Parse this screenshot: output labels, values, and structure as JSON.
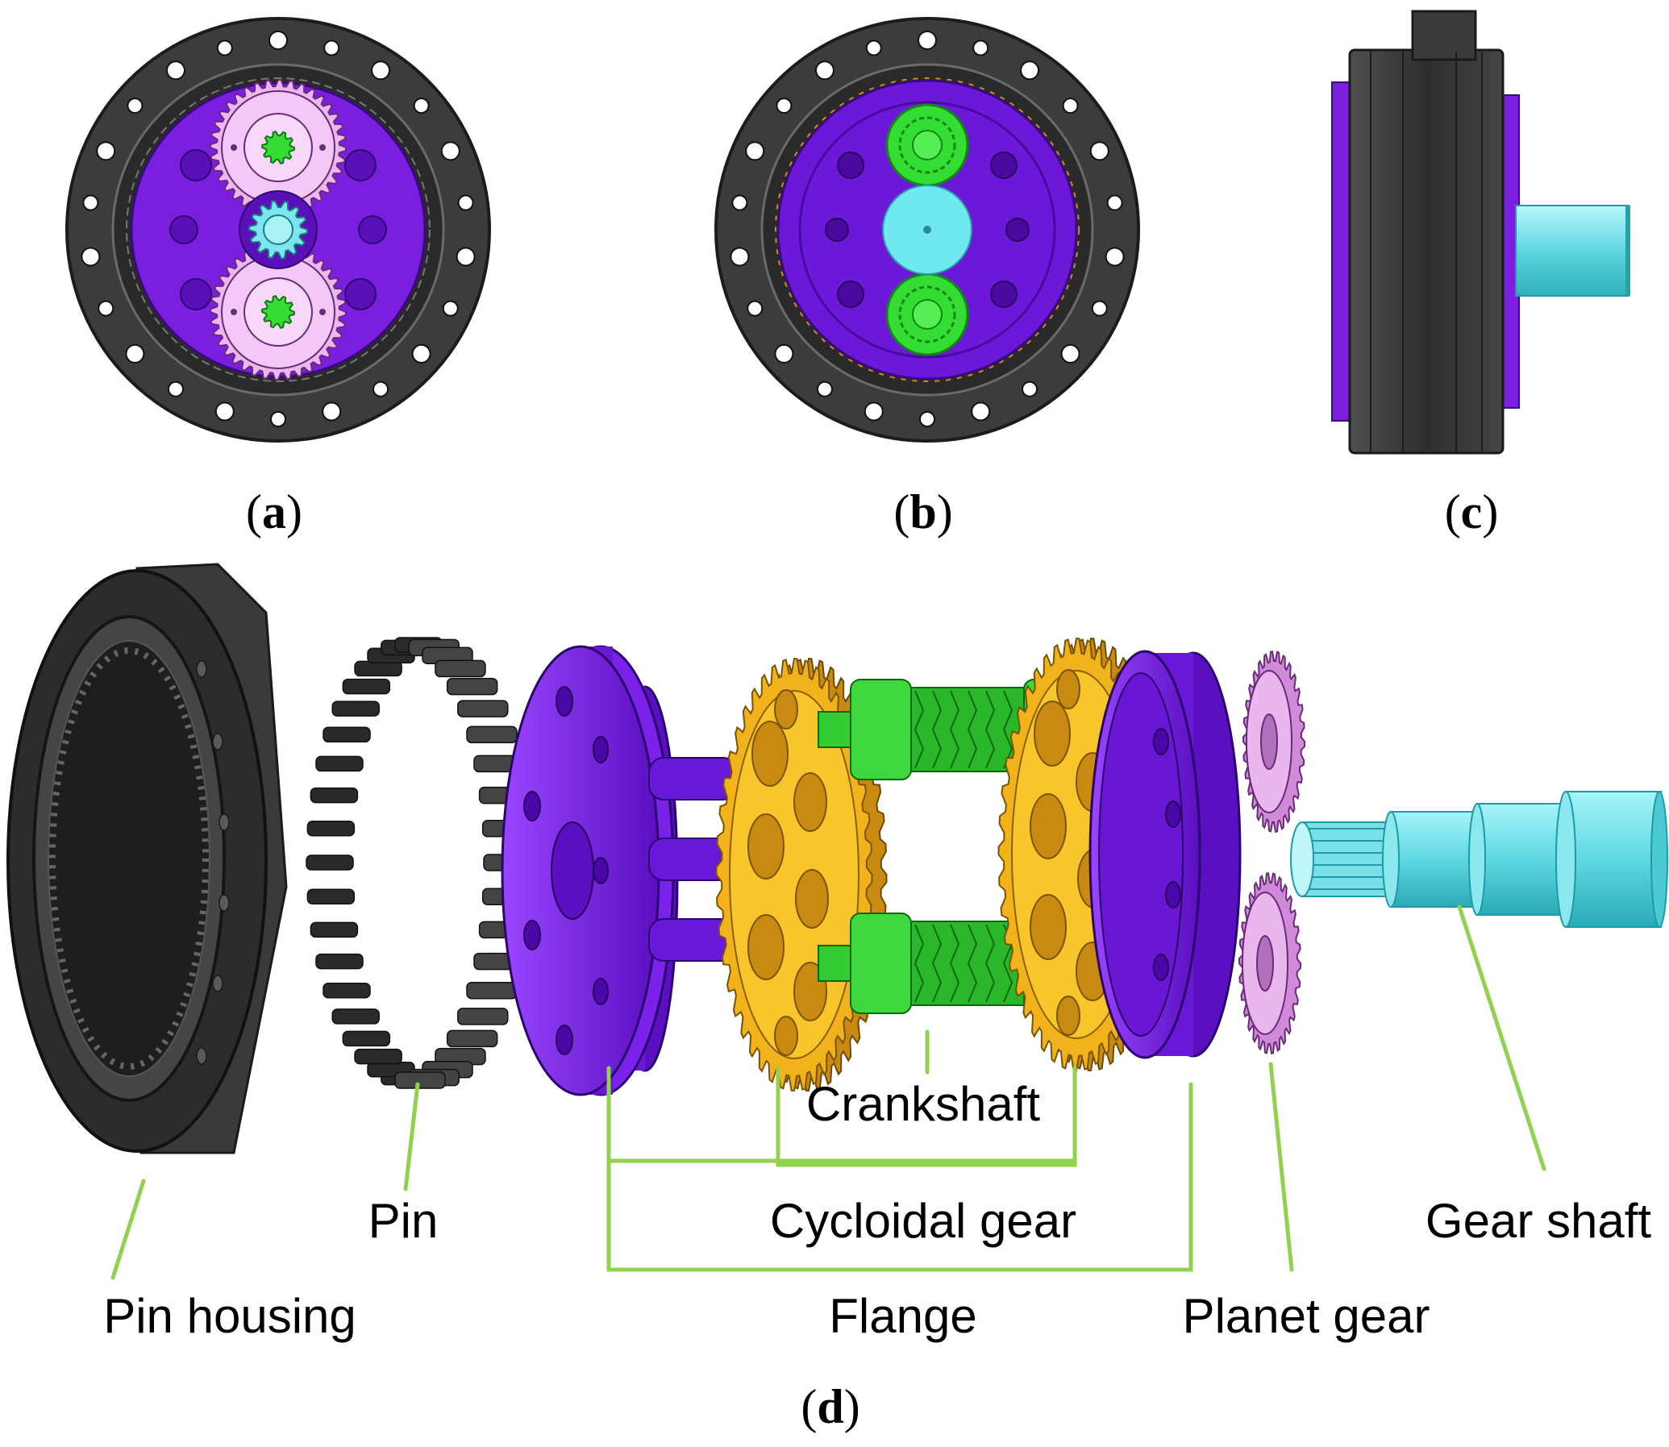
{
  "panels": {
    "a": {
      "open": "(",
      "letter": "a",
      "close": ")"
    },
    "b": {
      "open": "(",
      "letter": "b",
      "close": ")"
    },
    "c": {
      "open": "(",
      "letter": "c",
      "close": ")"
    },
    "d": {
      "open": "(",
      "letter": "d",
      "close": ")"
    }
  },
  "labels": {
    "pin_housing": "Pin housing",
    "pin": "Pin",
    "flange": "Flange",
    "cycloidal_gear": "Cycloidal gear",
    "crankshaft": "Crankshaft",
    "planet_gear": "Planet gear",
    "gear_shaft": "Gear shaft"
  },
  "colors": {
    "housing": "#3a3a3a",
    "flange": "#7a1fe0",
    "cycloidal_gear": "#f2b21b",
    "crankshaft": "#33cc33",
    "planet_gear": "#e8a8e8",
    "gear_shaft": "#66e0e8",
    "leader": "#92d050"
  }
}
